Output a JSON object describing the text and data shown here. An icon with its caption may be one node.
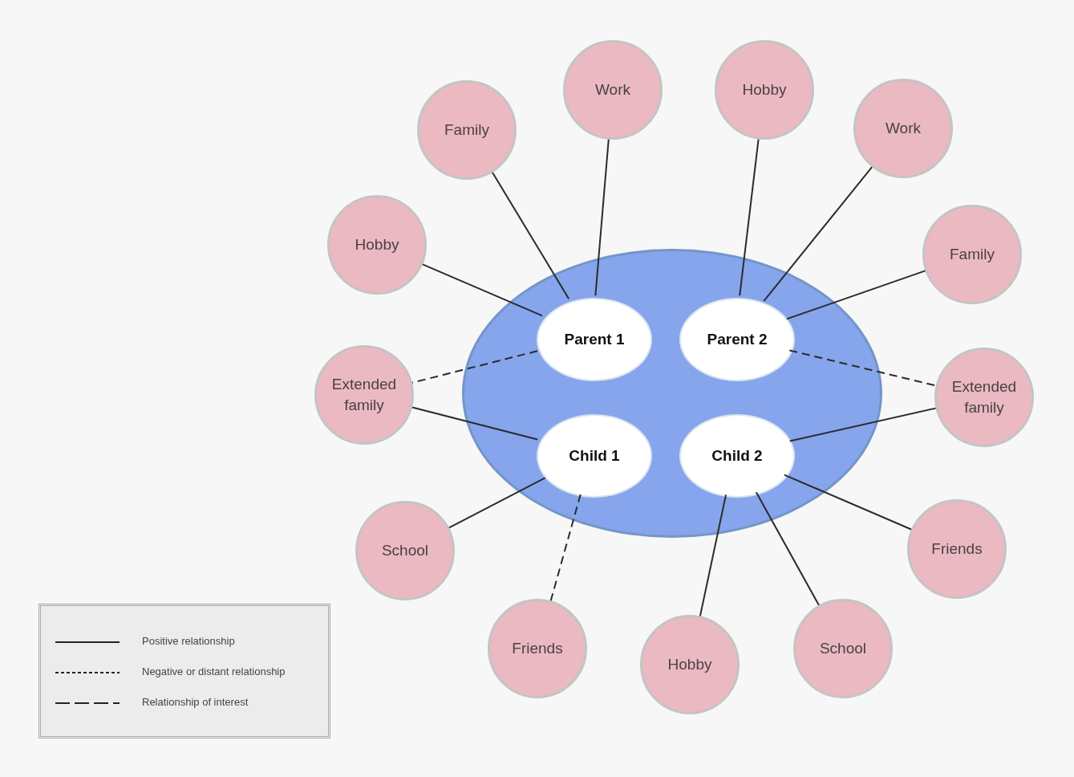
{
  "diagram": {
    "nodes": [
      {
        "text": [],
        "shape": "ellipse"
      },
      {
        "text": [
          "Parent 1"
        ],
        "in": 0
      },
      {
        "text": [
          "Parent 2"
        ],
        "in": 0
      },
      {
        "text": [
          "Child 1"
        ],
        "in": 0
      },
      {
        "text": [
          "Child 2"
        ],
        "in": 0
      },
      {
        "text": [
          "Work"
        ]
      },
      {
        "text": [
          "Hobby"
        ]
      },
      {
        "text": [
          "Family"
        ]
      },
      {
        "text": [
          "Work"
        ]
      },
      {
        "text": [
          "Hobby"
        ]
      },
      {
        "text": [
          "Family"
        ]
      },
      {
        "text": [
          "Extended family"
        ]
      },
      {
        "text": [
          "Extended family"
        ]
      },
      {
        "text": [
          "School"
        ]
      },
      {
        "text": [
          "Friends"
        ]
      },
      {
        "text": [
          "Friends"
        ]
      },
      {
        "text": [
          "Hobby"
        ]
      },
      {
        "text": [
          "School"
        ]
      }
    ],
    "edges": [
      {
        "from": 1,
        "to": 7,
        "arrow": "none"
      },
      {
        "from": 1,
        "to": 5,
        "arrow": "none"
      },
      {
        "from": 1,
        "to": 9,
        "arrow": "none"
      },
      {
        "from": 1,
        "to": 11,
        "arrow": "none",
        "style": "dashed"
      },
      {
        "from": 2,
        "to": 6,
        "arrow": "none"
      },
      {
        "from": 2,
        "to": 8,
        "arrow": "none"
      },
      {
        "from": 2,
        "to": 10,
        "arrow": "none"
      },
      {
        "from": 2,
        "to": 12,
        "arrow": "none",
        "style": "dashed"
      },
      {
        "from": 3,
        "to": 11,
        "arrow": "none"
      },
      {
        "from": 3,
        "to": 13,
        "arrow": "none"
      },
      {
        "from": 3,
        "to": 15,
        "arrow": "none",
        "style": "dashed"
      },
      {
        "from": 4,
        "to": 12,
        "arrow": "none"
      },
      {
        "from": 4,
        "to": 14,
        "arrow": "none"
      },
      {
        "from": 4,
        "to": 16,
        "arrow": "none"
      },
      {
        "from": 4,
        "to": 17,
        "arrow": "none"
      }
    ],
    "legend": [
      {
        "text": "Positive relationship"
      },
      {
        "text": "Negative or distant relationship"
      },
      {
        "text": "Relationship of interest"
      }
    ]
  }
}
